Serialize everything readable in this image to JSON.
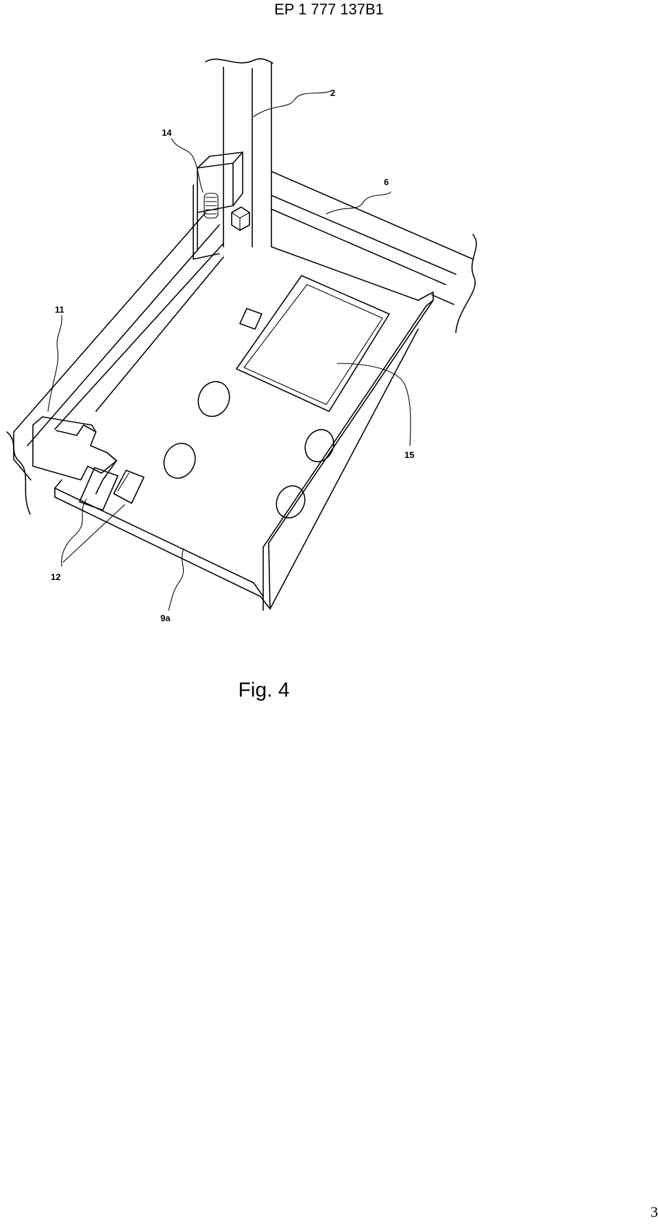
{
  "header": {
    "publication_number": "EP 1 777 137B1"
  },
  "figure": {
    "caption": "Fig. 4",
    "reference_numerals": {
      "upright": "2",
      "rail": "6",
      "plate": "9a",
      "hook": "11",
      "slots": "12",
      "bracket": "14",
      "opening": "15"
    }
  },
  "footer": {
    "page_number": "3"
  }
}
